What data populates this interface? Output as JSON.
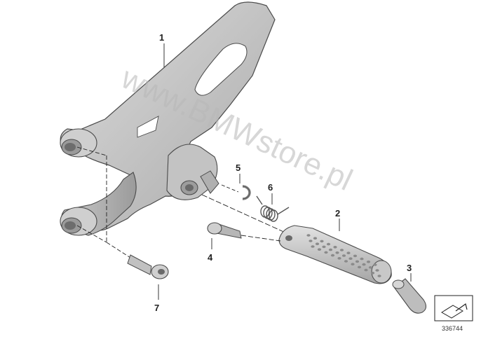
{
  "callouts": [
    {
      "id": "1",
      "label": "1"
    },
    {
      "id": "2",
      "label": "2"
    },
    {
      "id": "3",
      "label": "3"
    },
    {
      "id": "4",
      "label": "4"
    },
    {
      "id": "5",
      "label": "5"
    },
    {
      "id": "6",
      "label": "6"
    },
    {
      "id": "7",
      "label": "7"
    }
  ],
  "watermark": "www.BMWstore.pl",
  "document_number": "336744",
  "colors": {
    "part_light": "#d7d7d7",
    "part_mid": "#b4b4b4",
    "part_dark": "#8f8f8f",
    "outline": "#4a4a4a",
    "leader": "#222222"
  },
  "icons": {
    "view_direction": "view-direction-icon"
  }
}
